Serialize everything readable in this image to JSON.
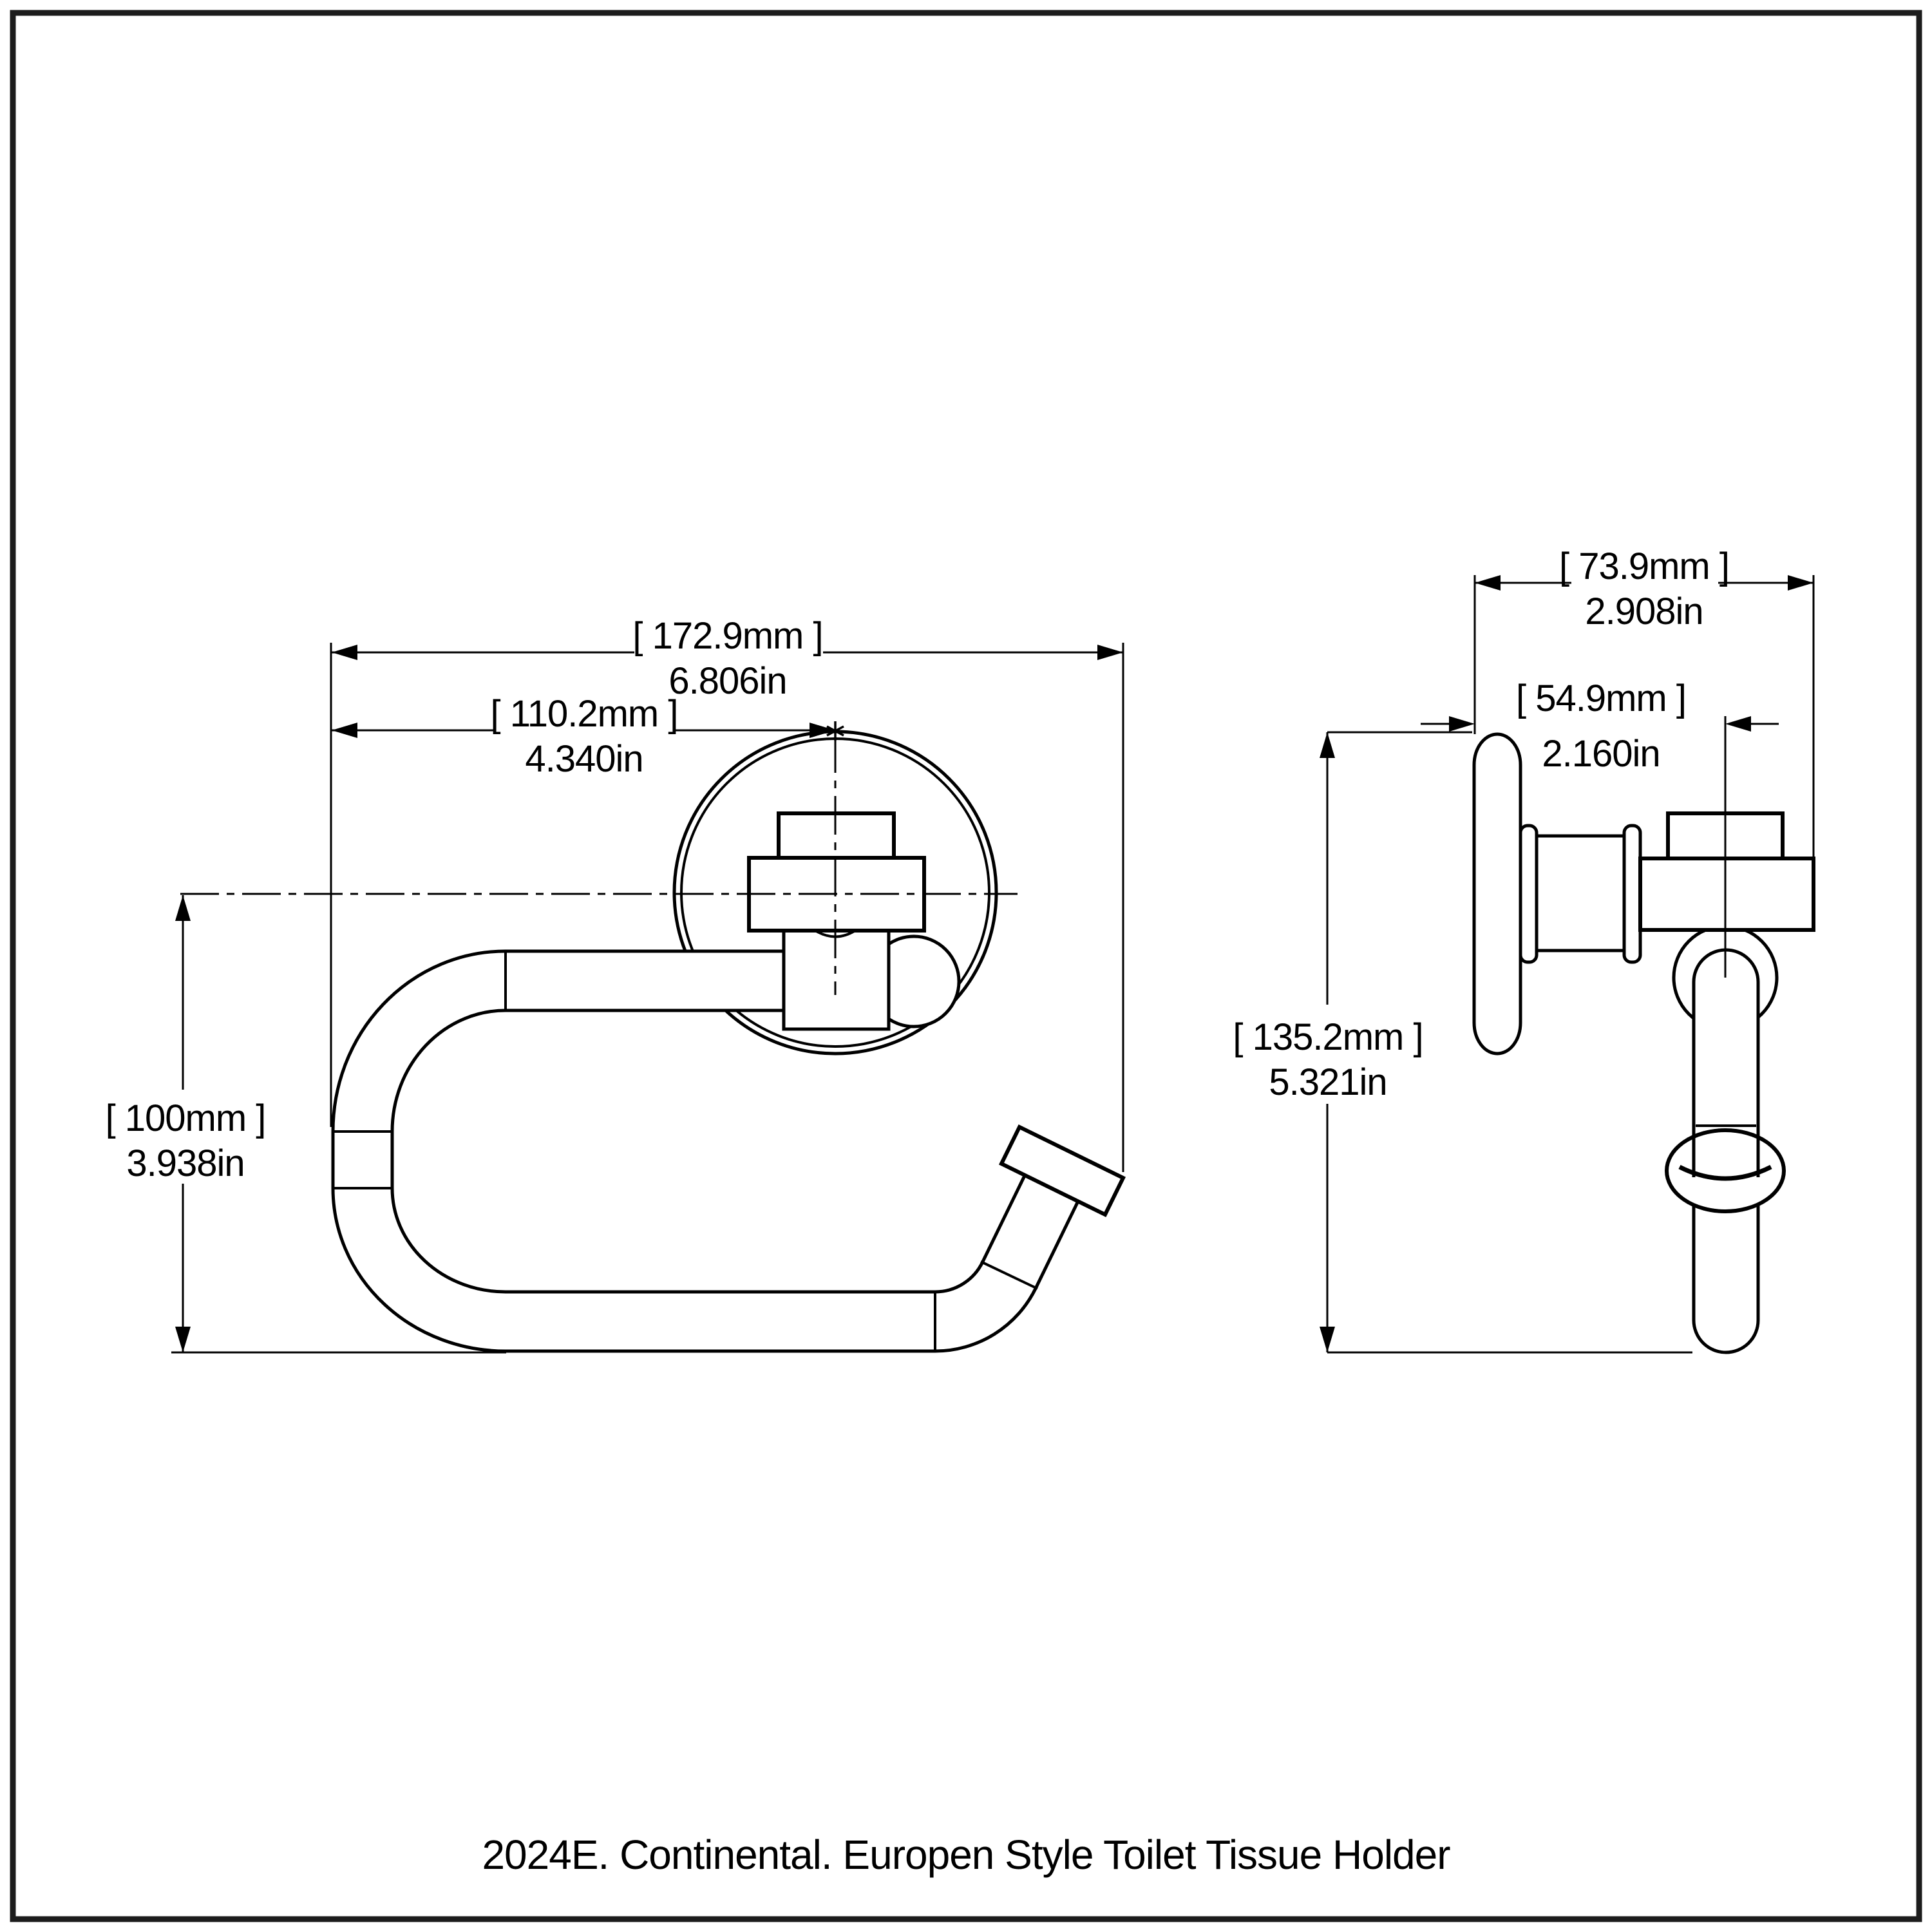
{
  "page": {
    "background_color": "#ffffff",
    "border_color": "#1c1c1c"
  },
  "caption": "2024E. Continental. Europen Style Toilet Tissue Holder",
  "views": {
    "front": {
      "overall_width": {
        "mm": "[ 172.9mm ]",
        "inch": "6.806in"
      },
      "width_to_centerline": {
        "mm": "[ 110.2mm ]",
        "inch": "4.340in"
      },
      "height_below_center": {
        "mm": "[ 100mm ]",
        "inch": "3.938in"
      }
    },
    "side": {
      "overall_depth": {
        "mm": "[ 73.9mm ]",
        "inch": "2.908in"
      },
      "depth_to_centerline": {
        "mm": "[ 54.9mm ]",
        "inch": "2.160in"
      },
      "overall_height": {
        "mm": "[ 135.2mm ]",
        "inch": "5.321in"
      }
    }
  }
}
